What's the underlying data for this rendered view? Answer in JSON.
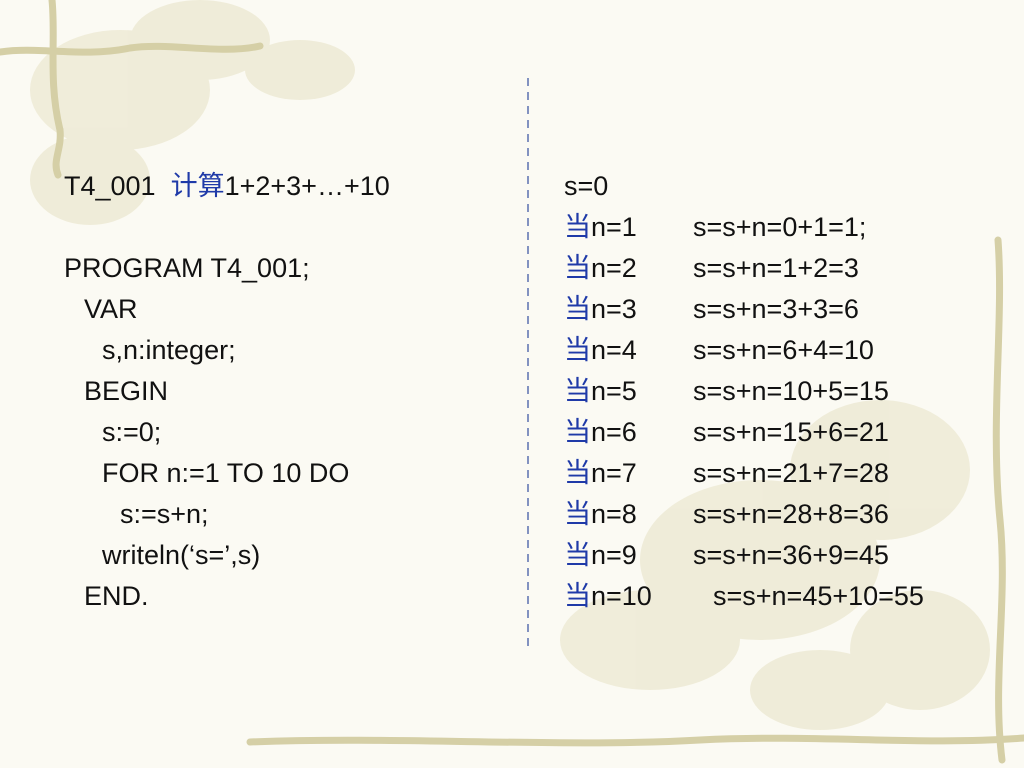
{
  "slide": {
    "title": {
      "code": "T4_001",
      "cn": "计算",
      "expr": "1+2+3+…+10"
    },
    "program_lines": [
      "PROGRAM T4_001;",
      "VAR",
      "s,n:integer;",
      "BEGIN",
      "s:=0;",
      "FOR n:=1 TO 10 DO",
      "s:=s+n;",
      "writeln(‘s=’,s)",
      "END."
    ],
    "trace_header": "s=0",
    "trace": [
      {
        "cn": "当",
        "n": "n=1",
        "expr": "s=s+n=0+1=1;"
      },
      {
        "cn": "当",
        "n": "n=2",
        "expr": "s=s+n=1+2=3"
      },
      {
        "cn": "当",
        "n": "n=3",
        "expr": "s=s+n=3+3=6"
      },
      {
        "cn": "当",
        "n": "n=4",
        "expr": "s=s+n=6+4=10"
      },
      {
        "cn": "当",
        "n": "n=5",
        "expr": "s=s+n=10+5=15"
      },
      {
        "cn": "当",
        "n": "n=6",
        "expr": "s=s+n=15+6=21"
      },
      {
        "cn": "当",
        "n": "n=7",
        "expr": "s=s+n=21+7=28"
      },
      {
        "cn": "当",
        "n": "n=8",
        "expr": "s=s+n=28+8=36"
      },
      {
        "cn": "当",
        "n": "n=9",
        "expr": "s=s+n=36+9=45"
      },
      {
        "cn": "当",
        "n": "n=10",
        "expr": "s=s+n=45+10=55"
      }
    ],
    "colors": {
      "background": "#fbfaf3",
      "text": "#111111",
      "cn_text": "#1f3aa8",
      "divider": "#5b6fb0",
      "vine": "#d8d2ad"
    }
  }
}
